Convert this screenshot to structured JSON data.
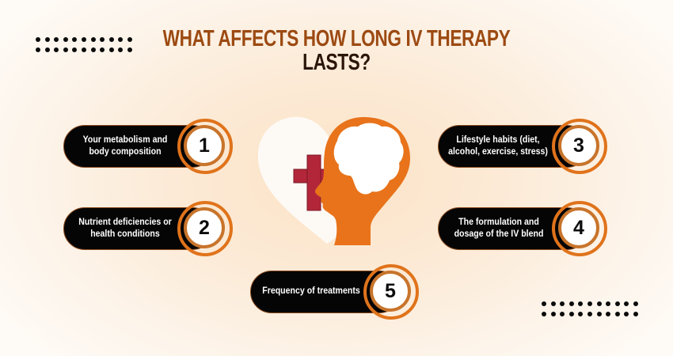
{
  "title": {
    "line1": "WHAT AFFECTS HOW LONG IV THERAPY",
    "line2": "LASTS?"
  },
  "colors": {
    "accent_orange": "#e0731b",
    "title_brown": "#9c4a12",
    "pill_black": "#050505",
    "cross_red": "#b3263a",
    "heart_white": "#fdfaf6"
  },
  "hero": {
    "icon": "heart-head-brain-icon",
    "description": "White heart with red medical cross behind an orange head silhouette showing a white brain"
  },
  "factors": [
    {
      "number": "1",
      "line1": "Your metabolism and",
      "line2": "body composition"
    },
    {
      "number": "2",
      "line1": "Nutrient deficiencies or",
      "line2": "health conditions"
    },
    {
      "number": "3",
      "line1": "Lifestyle habits (diet,",
      "line2": "alcohol, exercise, stress)"
    },
    {
      "number": "4",
      "line1": "The formulation and",
      "line2": "dosage of the IV blend"
    },
    {
      "number": "5",
      "line1": "Frequency of treatments",
      "line2": ""
    }
  ],
  "decorations": {
    "dot_grid_top_left": {
      "rows": 2,
      "cols": 11
    },
    "dot_grid_bottom_right": {
      "rows": 2,
      "cols": 11
    }
  }
}
